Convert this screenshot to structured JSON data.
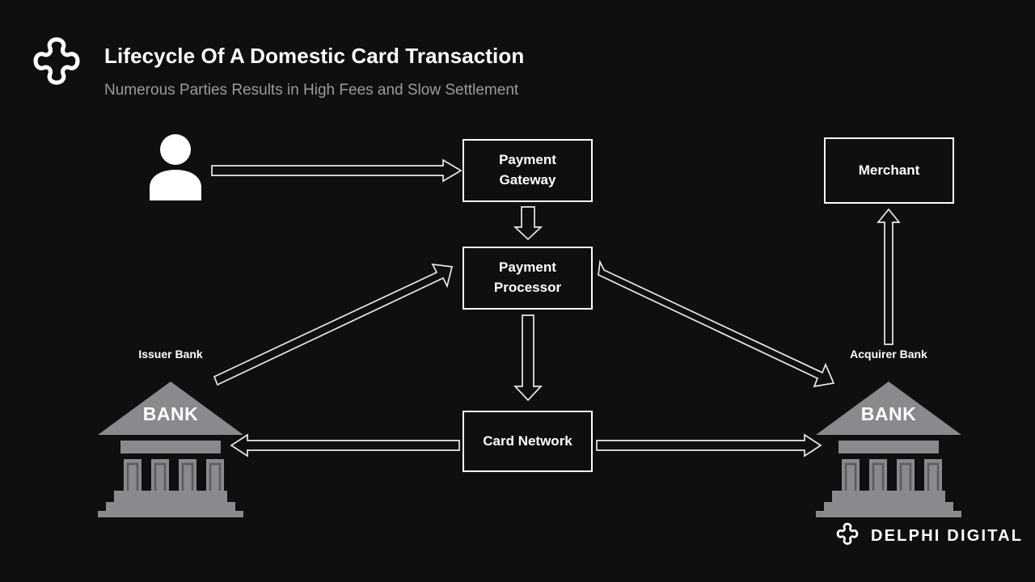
{
  "header": {
    "logo_icon": "delphi-knot-logo",
    "title": "Lifecycle Of A Domestic Card Transaction",
    "subtitle": "Numerous Parties Results in High Fees and Slow Settlement"
  },
  "diagram": {
    "type": "flow-diagram",
    "background_color": "#0f0f12",
    "accent_color": "#ffffff",
    "bank_color": "#8a8a8e",
    "nodes": [
      {
        "id": "customer",
        "label": "",
        "shape": "person-icon"
      },
      {
        "id": "gateway",
        "label": "Payment Gateway",
        "shape": "box"
      },
      {
        "id": "processor",
        "label": "Payment Processor",
        "shape": "box"
      },
      {
        "id": "network",
        "label": "Card Network",
        "shape": "box"
      },
      {
        "id": "merchant",
        "label": "Merchant",
        "shape": "box"
      },
      {
        "id": "issuer",
        "label": "Issuer Bank",
        "shape": "bank",
        "glyph_text": "BANK"
      },
      {
        "id": "acquirer",
        "label": "Acquirer Bank",
        "shape": "bank",
        "glyph_text": "BANK"
      }
    ],
    "edges": [
      {
        "from": "customer",
        "to": "gateway",
        "style": "hollow-block-arrow",
        "direction": "right"
      },
      {
        "from": "gateway",
        "to": "processor",
        "style": "hollow-block-arrow",
        "direction": "down"
      },
      {
        "from": "issuer",
        "to": "processor",
        "style": "hollow-block-arrow",
        "direction": "up-right"
      },
      {
        "from": "processor",
        "to": "acquirer",
        "style": "hollow-block-arrow",
        "direction": "down-right"
      },
      {
        "from": "processor",
        "to": "network",
        "style": "hollow-block-arrow",
        "direction": "down"
      },
      {
        "from": "network",
        "to": "issuer",
        "style": "hollow-block-arrow",
        "direction": "left"
      },
      {
        "from": "network",
        "to": "acquirer",
        "style": "hollow-block-arrow",
        "direction": "right"
      },
      {
        "from": "acquirer",
        "to": "merchant",
        "style": "hollow-block-arrow",
        "direction": "up"
      }
    ]
  },
  "nodes": {
    "gateway_line1": "Payment",
    "gateway_line2": "Gateway",
    "processor_line1": "Payment",
    "processor_line2": "Processor",
    "network_label": "Card Network",
    "merchant_label": "Merchant",
    "issuer_label": "Issuer Bank",
    "acquirer_label": "Acquirer Bank",
    "bank_glyph_text": "BANK"
  },
  "footer": {
    "logo_icon": "delphi-knot-logo",
    "wordmark": "DELPHI DIGITAL"
  }
}
